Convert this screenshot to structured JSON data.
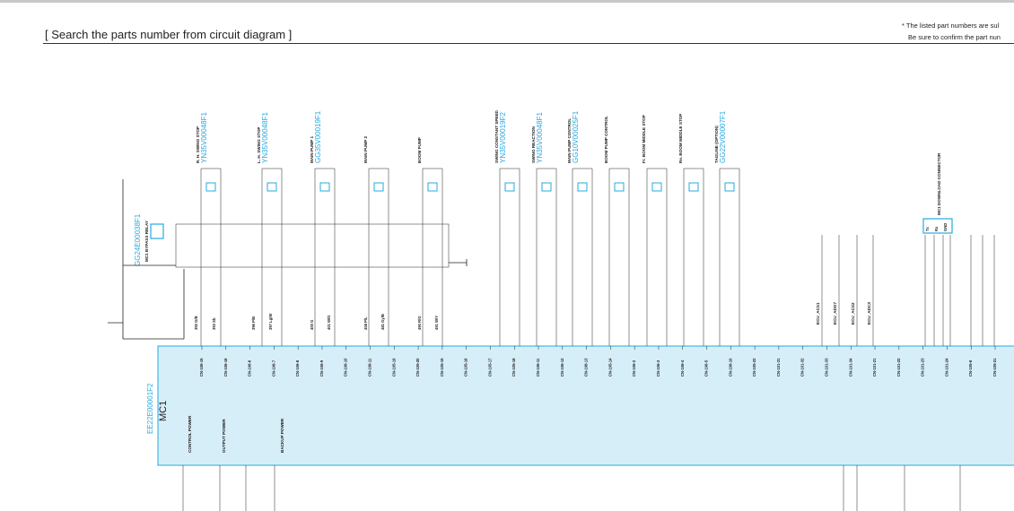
{
  "header": {
    "title": "[ Search the parts number from circuit diagram ]",
    "note_line1": "* The listed part numbers are sul",
    "note_line2": "Be sure to confirm the part nun"
  },
  "colors": {
    "part_number": "#27a9e1",
    "mc_panel": "#d6eef7",
    "mc_border": "#27a9e1",
    "wire": "#222222"
  },
  "controller": {
    "part_number": "EE22E00001F2",
    "name": "MC1"
  },
  "relay_module": {
    "part_number": "GG24E00038F1",
    "label": "MC1 BYPASS RELAY"
  },
  "download_connector": {
    "label": "MC1 DOWNLOAD CONNECTOR",
    "pins": [
      "Tx",
      "Rx",
      "GND"
    ]
  },
  "solenoids": [
    {
      "function": "R. H. SWING STOP",
      "part_number": "YN35V00048F1"
    },
    {
      "function": "L. H. SWING STOP",
      "part_number": "YN35V00048F1"
    },
    {
      "function": "MAIN PUMP 1",
      "part_number": "GG35V00019F1"
    },
    {
      "function": "MAIN PUMP 2",
      "part_number": ""
    },
    {
      "function": "BOOM PUMP",
      "part_number": ""
    },
    {
      "function": "SWING CONSTANT SPEED",
      "part_number": "YN35V00019F2"
    },
    {
      "function": "SWING REACTION",
      "part_number": "YN35V00048F1"
    },
    {
      "function": "MAIN PUMP CONTROL",
      "part_number": "GG10V00025F1"
    },
    {
      "function": "BOOM PUMP CONTROL",
      "part_number": ""
    },
    {
      "function": "Fr. BOOM MIDDLE STOP",
      "part_number": ""
    },
    {
      "function": "Re. BOOM MIDDLE STOP",
      "part_number": ""
    },
    {
      "function": "TAGLINE (OPTION)",
      "part_number": "GG22V00007F1"
    }
  ],
  "ecu_labels": [
    "ECU_ACS1",
    "ECU_ADG7",
    "ECU_ACS2",
    "ECU_ADCX"
  ],
  "mc_section_labels": [
    "CONTROL POWER",
    "OUTPUT POWER",
    "BACKUP POWER"
  ],
  "top_connector_pins": [
    "CN-106-15",
    "CN-106-16",
    "CN-106-6",
    "CN-106-7",
    "CN-106-8",
    "CN-106-9",
    "CN-106-10",
    "CN-106-11",
    "CN-105-19",
    "CN-105-20",
    "CN-105-15",
    "CN-105-16",
    "CN-105-17",
    "CN-105-18",
    "CN-106-11",
    "CN-106-12",
    "CN-106-13",
    "CN-105-14",
    "CN-106-2",
    "CN-106-3",
    "CN-106-4",
    "CN-106-5",
    "CN-106-10",
    "CN-105-22",
    "CN-101-31",
    "CN-101-32",
    "CN-101-33",
    "CN-101-34",
    "CN-101-21",
    "CN-101-22",
    "CN-101-23",
    "CN-101-24",
    "CN-105-8",
    "CN-105-21"
  ],
  "wire_codes": [
    "392 G/B",
    "393 Sb",
    "396 P/B",
    "397 Lg/W",
    "400 G",
    "401 W/G",
    "408 P/L",
    "481 Gy/B",
    "490 R/G",
    "491 W/Y"
  ]
}
